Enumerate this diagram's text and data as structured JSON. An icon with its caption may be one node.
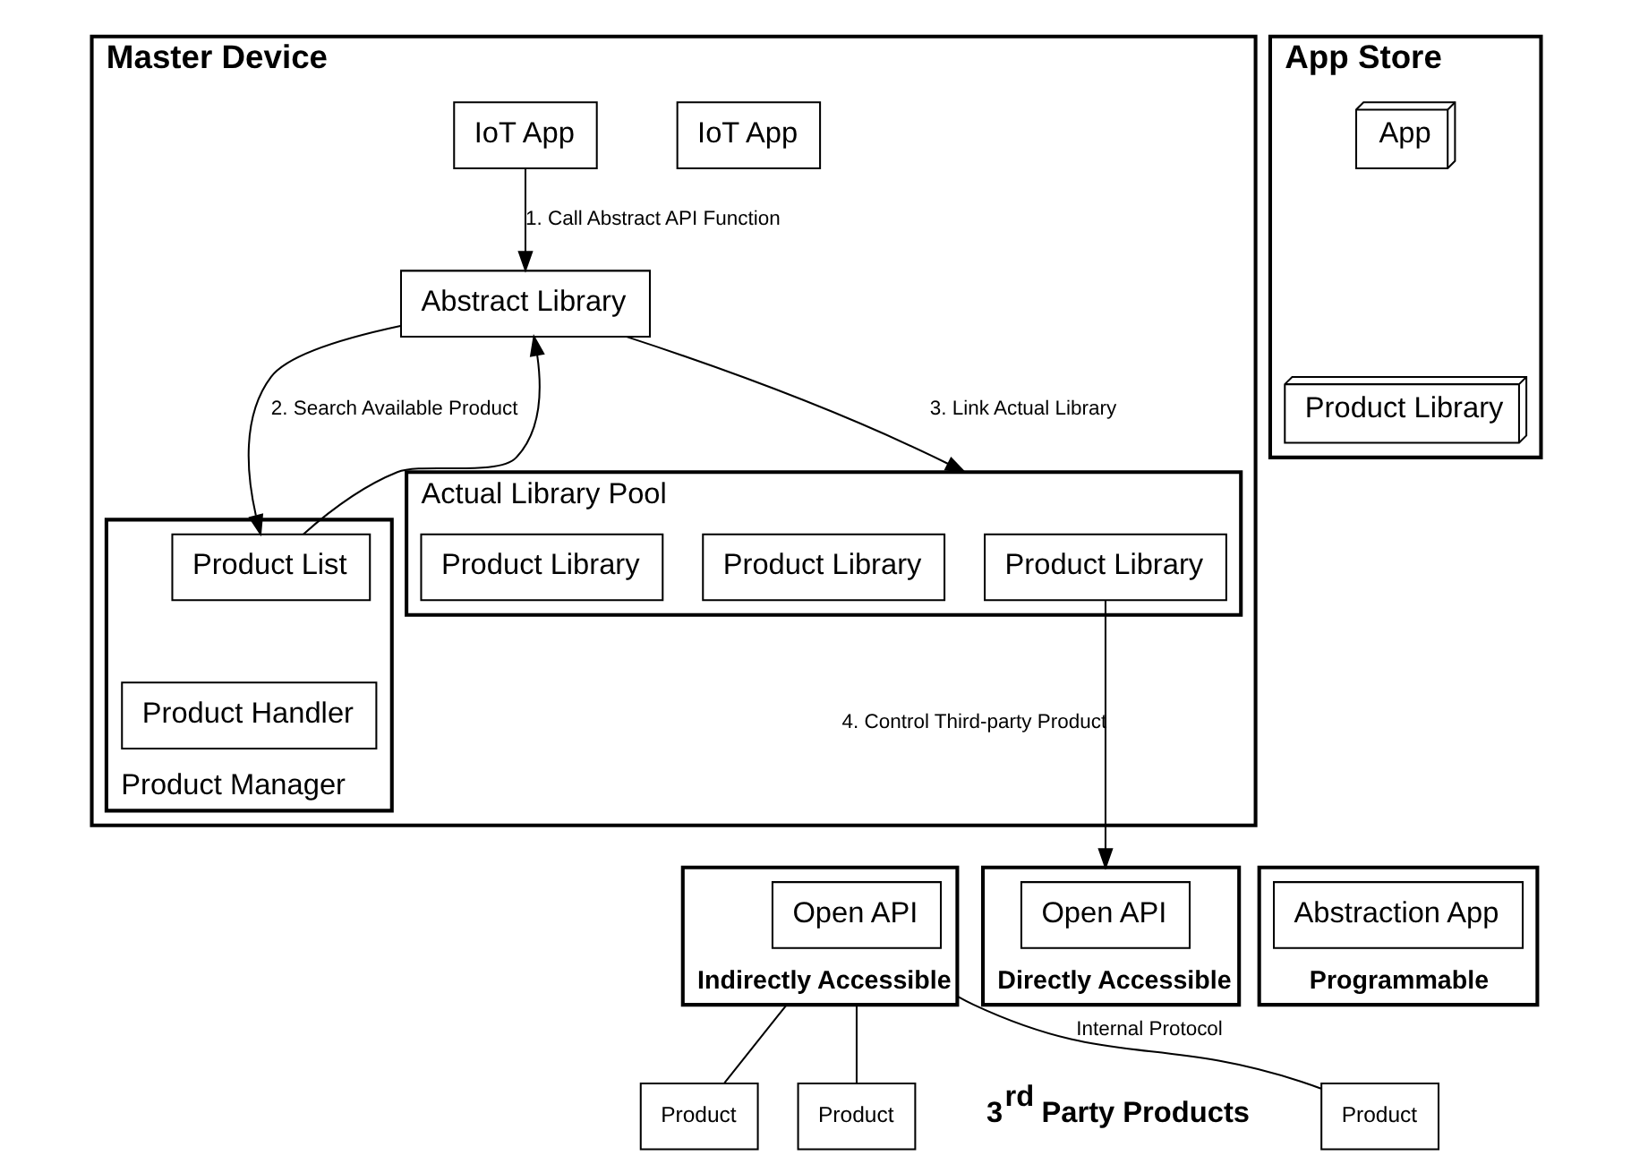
{
  "diagram": {
    "nodes": [
      {
        "text": [
          "Master Device"
        ]
      },
      {
        "text": [
          "IoT App"
        ],
        "in": 0
      },
      {
        "text": [
          "IoT App"
        ],
        "in": 0
      },
      {
        "text": [
          "Abstract Library"
        ],
        "in": 0
      },
      {
        "text": [
          "Actual Library Pool"
        ],
        "in": 0
      },
      {
        "text": [
          "Product Library"
        ],
        "in": 4
      },
      {
        "text": [
          "Product Library"
        ],
        "in": 4
      },
      {
        "text": [
          "Product Library"
        ],
        "in": 4
      },
      {
        "text": [
          "Product Manager"
        ],
        "in": 0
      },
      {
        "text": [
          "Product List"
        ],
        "in": 8
      },
      {
        "text": [
          "Product Handler"
        ],
        "in": 8
      },
      {
        "text": [
          "App Store"
        ]
      },
      {
        "text": [
          "App"
        ],
        "in": 11
      },
      {
        "text": [
          "Product Library"
        ],
        "in": 11
      },
      {
        "text": [
          "Directly Accessible"
        ]
      },
      {
        "text": [
          "Open API"
        ],
        "in": 14
      },
      {
        "text": [
          "Indirectly Accessible"
        ]
      },
      {
        "text": [
          "Open API"
        ],
        "in": 16
      },
      {
        "text": [
          "Programmable"
        ]
      },
      {
        "text": [
          "Abstraction App"
        ],
        "in": 18
      },
      {
        "text": [
          "Product"
        ]
      },
      {
        "text": [
          "Product"
        ]
      },
      {
        "text": [
          "Product"
        ]
      }
    ],
    "edges": [
      {
        "from": 1,
        "to": 3,
        "arrow": "to",
        "label": "1. Call Abstract API Function"
      },
      {
        "from": 3,
        "to": 9,
        "arrow": "to",
        "label": "2. Search Available Product"
      },
      {
        "from": 9,
        "to": 3,
        "arrow": "to"
      },
      {
        "from": 3,
        "to": 4,
        "arrow": "to",
        "label": "3. Link Actual Library"
      },
      {
        "from": 5,
        "to": 14,
        "arrow": "to",
        "label": "4. Control Third-party Product"
      },
      {
        "from": 16,
        "to": 20,
        "arrow": "none"
      },
      {
        "from": 16,
        "to": 21,
        "arrow": "none"
      },
      {
        "from": 16,
        "to": 22,
        "arrow": "none",
        "label": "Internal Protocol"
      }
    ],
    "labels": [
      "3$^{rd}$ Party Products"
    ]
  }
}
